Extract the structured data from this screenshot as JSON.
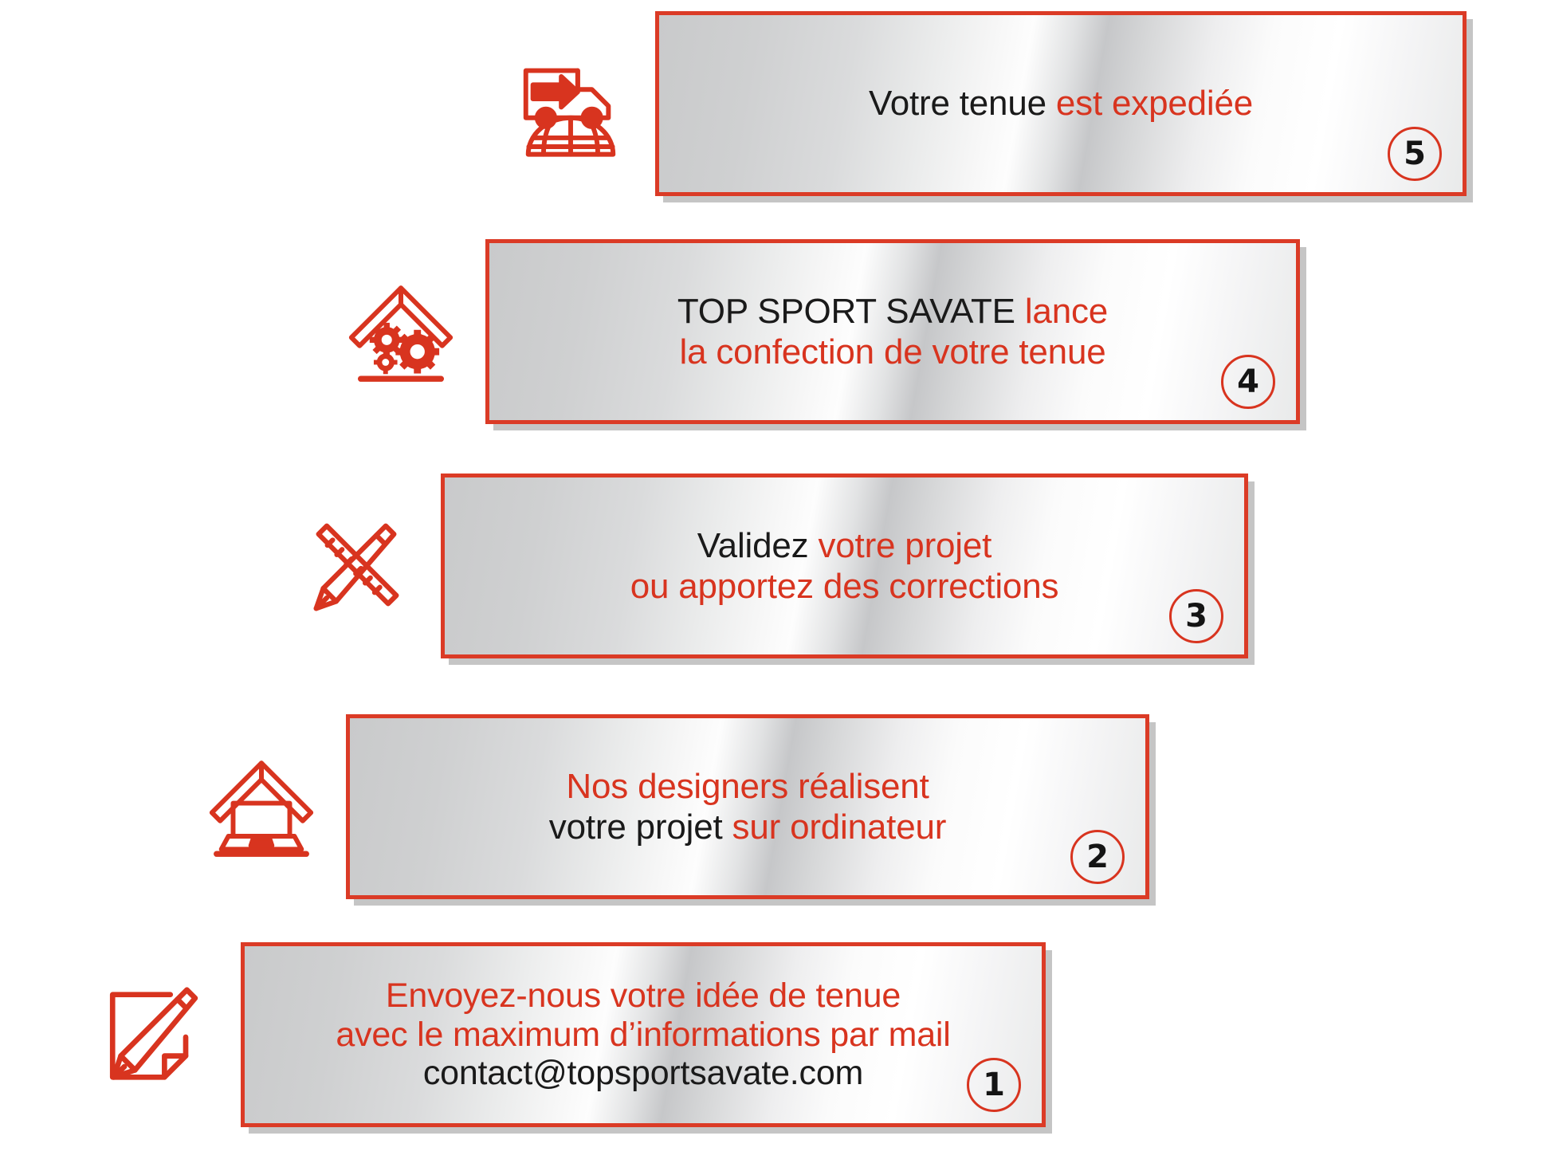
{
  "theme": {
    "accent_red": "#D8341F",
    "border_red": "#DB3B26",
    "text_dark": "#1a1a1a",
    "plaque_light": "#ffffff",
    "plaque_dark": "#c6c7c9",
    "page_background": "#ffffff"
  },
  "steps": [
    {
      "number": "5",
      "icon": "delivery-truck-globe-icon",
      "lines": [
        [
          {
            "text": "Votre tenue ",
            "color": "dark"
          },
          {
            "text": "est expediée",
            "color": "red"
          }
        ]
      ]
    },
    {
      "number": "4",
      "icon": "factory-roof-gears-icon",
      "lines": [
        [
          {
            "text": "TOP SPORT SAVATE ",
            "color": "dark"
          },
          {
            "text": "lance",
            "color": "red"
          }
        ],
        [
          {
            "text": "la confection de votre tenue",
            "color": "red"
          }
        ]
      ]
    },
    {
      "number": "3",
      "icon": "ruler-pencil-icon",
      "lines": [
        [
          {
            "text": "Validez ",
            "color": "dark"
          },
          {
            "text": "votre projet",
            "color": "red"
          }
        ],
        [
          {
            "text": "ou apportez des corrections",
            "color": "red"
          }
        ]
      ]
    },
    {
      "number": "2",
      "icon": "roof-laptop-icon",
      "lines": [
        [
          {
            "text": "Nos designers réalisent",
            "color": "red"
          }
        ],
        [
          {
            "text": "votre projet ",
            "color": "dark"
          },
          {
            "text": "sur ordinateur",
            "color": "red"
          }
        ]
      ]
    },
    {
      "number": "1",
      "icon": "note-pencil-icon",
      "lines": [
        [
          {
            "text": "Envoyez-nous votre idée de tenue",
            "color": "red"
          }
        ],
        [
          {
            "text": "avec le maximum d’informations par mail",
            "color": "red"
          }
        ],
        [
          {
            "text": "contact@topsportsavate.com",
            "color": "dark"
          }
        ]
      ]
    }
  ]
}
